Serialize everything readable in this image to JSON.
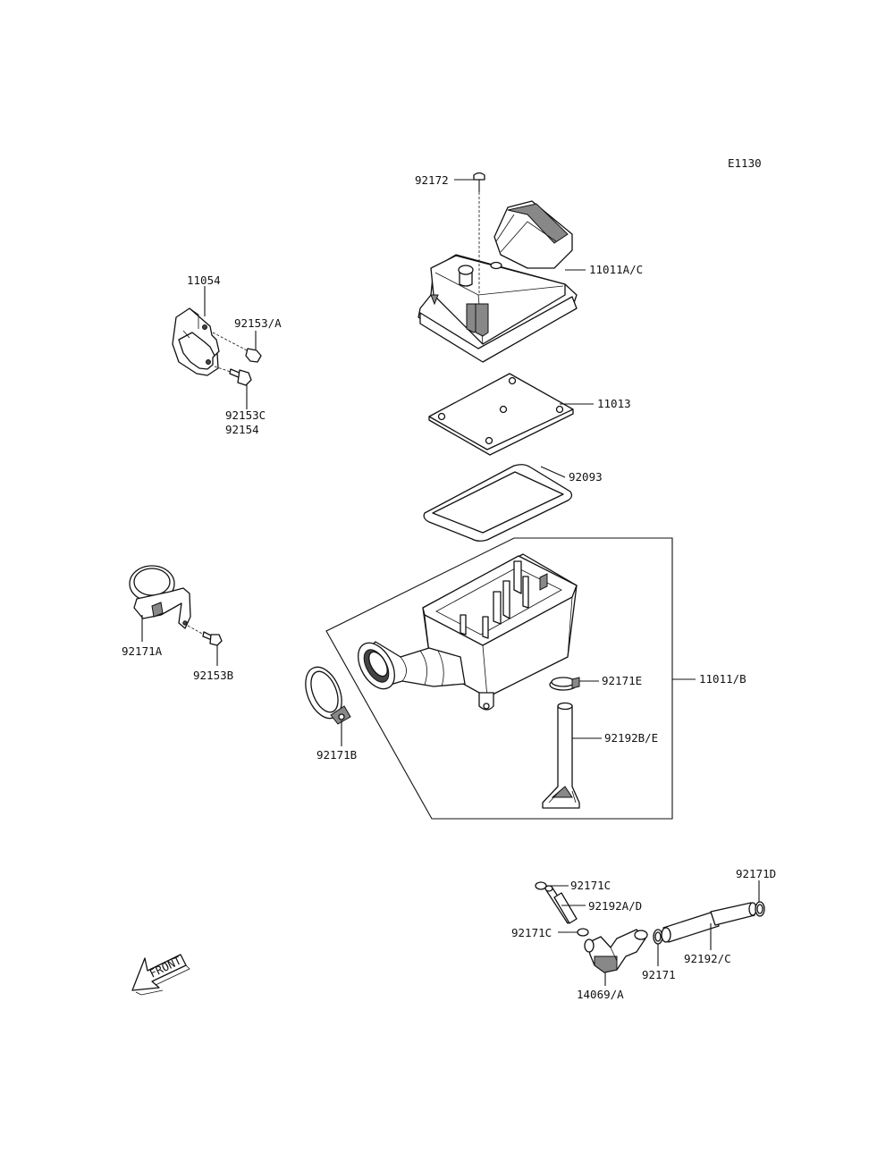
{
  "diagram_code": "E1130",
  "labels": {
    "l92172": "92172",
    "l11011ac": "11011A/C",
    "l11054": "11054",
    "l92153a": "92153/A",
    "l92153c": "92153C",
    "l92154": "92154",
    "l11013": "11013",
    "l92093": "92093",
    "l92171a": "92171A",
    "l92153b": "92153B",
    "l92171e": "92171E",
    "l11011b": "11011/B",
    "l92192be": "92192B/E",
    "l92171b": "92171B",
    "l92171c1": "92171C",
    "l92192ad": "92192A/D",
    "l92171c2": "92171C",
    "l92171d": "92171D",
    "l92171": "92171",
    "l92192c": "92192/C",
    "l14069a": "14069/A"
  },
  "front_label": "FRONT"
}
